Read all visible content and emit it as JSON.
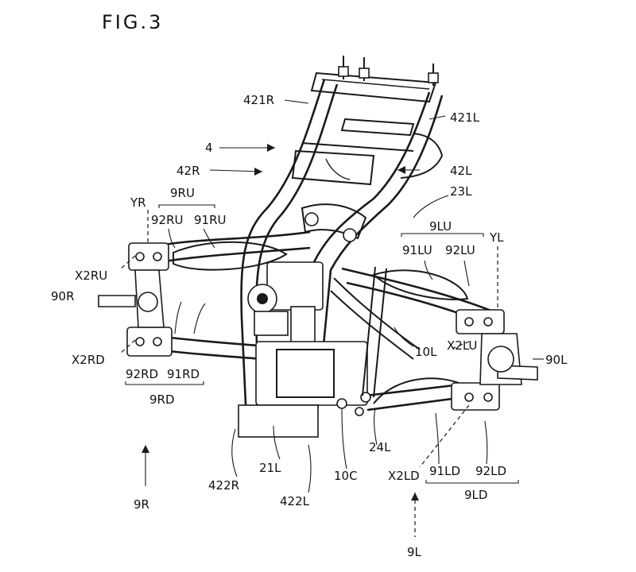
{
  "figure": {
    "title": "FIG.3",
    "labels": {
      "l421R": "421R",
      "l421L": "421L",
      "l4": "4",
      "l42R": "42R",
      "l42L": "42L",
      "l23L": "23L",
      "lYR": "YR",
      "l9RU": "9RU",
      "l92RU": "92RU",
      "l91RU": "91RU",
      "l9LU": "9LU",
      "lYL": "YL",
      "l91LU": "91LU",
      "l92LU": "92LU",
      "lX2RU": "X2RU",
      "l90R": "90R",
      "lX2RD": "X2RD",
      "l92RD": "92RD",
      "l91RD": "91RD",
      "l9RD": "9RD",
      "l10L": "10L",
      "lX2LU": "X2LU",
      "l90L": "90L",
      "l24L": "24L",
      "l21L": "21L",
      "l10C": "10C",
      "l422R": "422R",
      "l422L": "422L",
      "lX2LD": "X2LD",
      "l91LD": "91LD",
      "l92LD": "92LD",
      "l9LD": "9LD",
      "l9R": "9R",
      "l9L": "9L"
    }
  }
}
